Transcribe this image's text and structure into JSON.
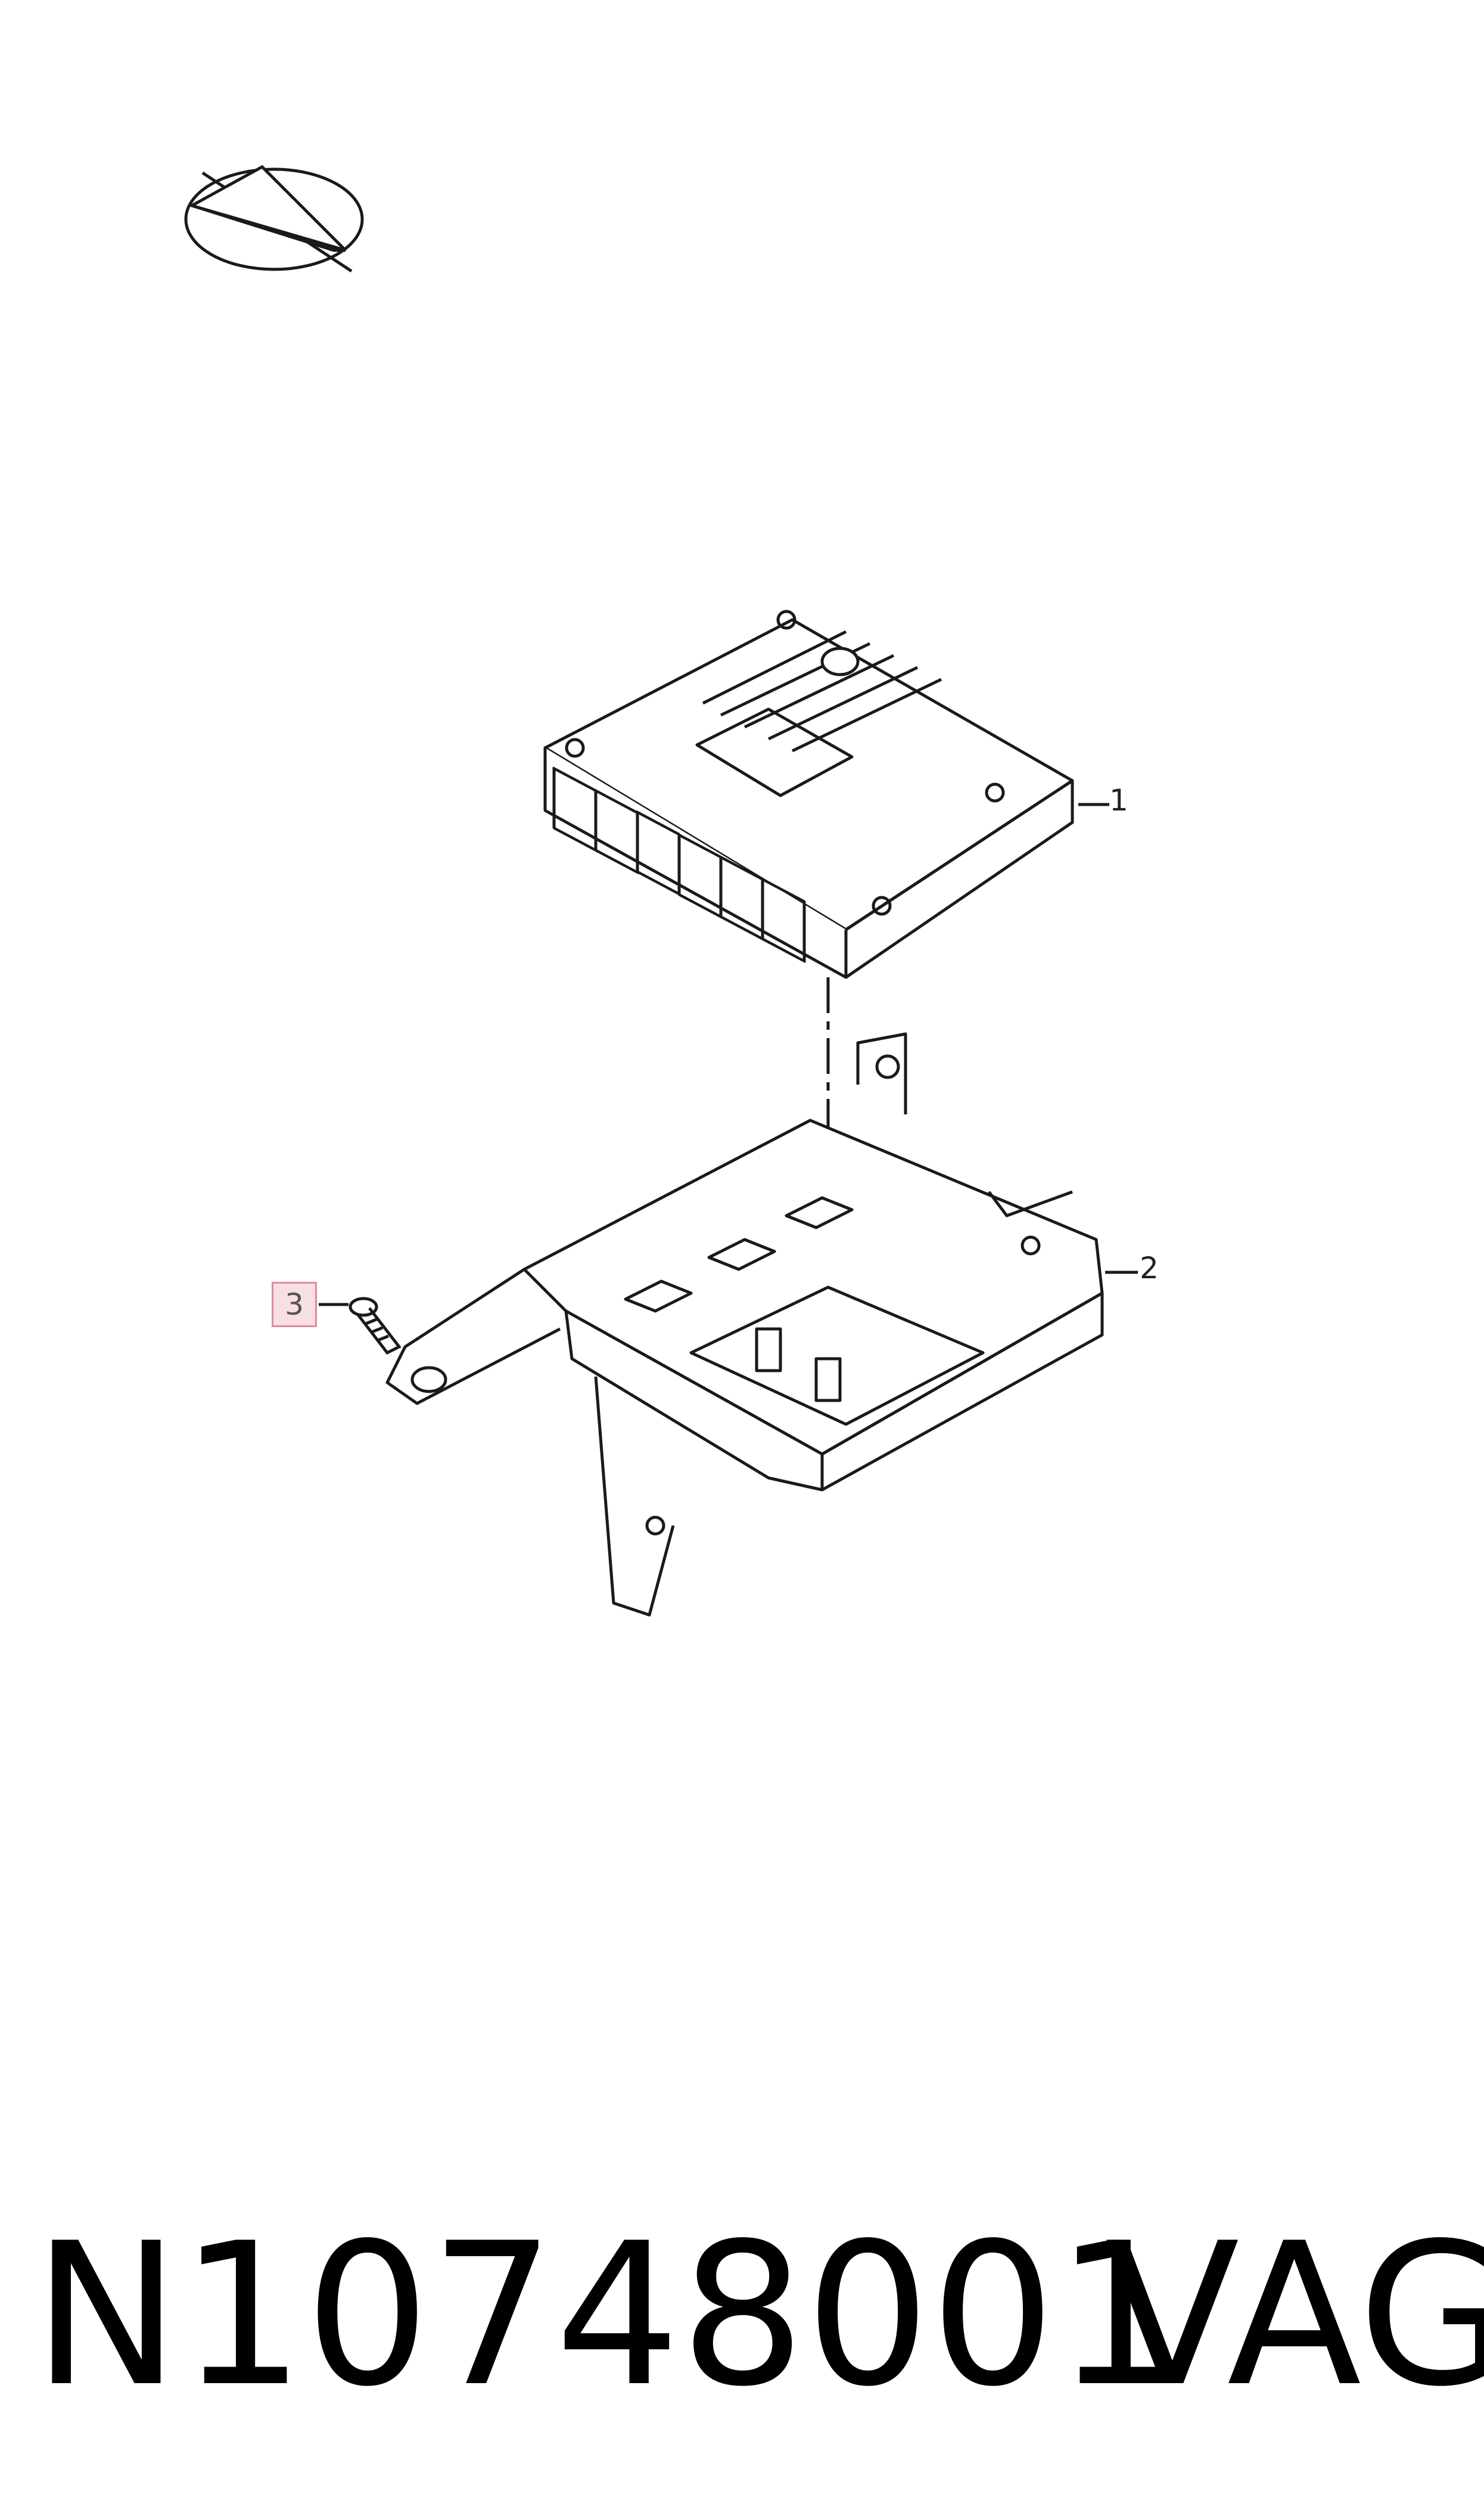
{
  "callouts": {
    "part1": "1",
    "part2": "2",
    "part3": "3"
  },
  "footer": {
    "part_number": "N10748001",
    "brand": "VAG"
  },
  "colors": {
    "line": "#1a1a1a",
    "callout_highlight_fill": "#f7dfe4",
    "callout_highlight_border": "#e08a9b"
  },
  "icons": {
    "logo": "compass-arrow-logo"
  }
}
